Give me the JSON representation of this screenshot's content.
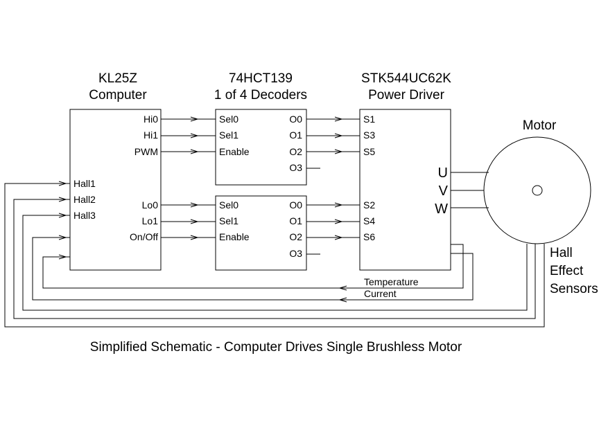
{
  "blocks": {
    "computer": {
      "title_line1": "KL25Z",
      "title_line2": "Computer"
    },
    "decoder": {
      "title_line1": "74HCT139",
      "title_line2": "1 of 4 Decoders"
    },
    "driver": {
      "title_line1": "STK544UC62K",
      "title_line2": "Power Driver"
    },
    "motor": {
      "title": "Motor"
    },
    "sensors": {
      "line1": "Hall",
      "line2": "Effect",
      "line3": "Sensors"
    }
  },
  "computer_pins": {
    "hi0": "Hi0",
    "hi1": "Hi1",
    "pwm": "PWM",
    "lo0": "Lo0",
    "lo1": "Lo1",
    "onoff": "On/Off",
    "hall1": "Hall1",
    "hall2": "Hall2",
    "hall3": "Hall3"
  },
  "decoder_top_pins": {
    "sel0": "Sel0",
    "sel1": "Sel1",
    "enable": "Enable",
    "o0": "O0",
    "o1": "O1",
    "o2": "O2",
    "o3": "O3"
  },
  "decoder_bottom_pins": {
    "sel0": "Sel0",
    "sel1": "Sel1",
    "enable": "Enable",
    "o0": "O0",
    "o1": "O1",
    "o2": "O2",
    "o3": "O3"
  },
  "driver_pins": {
    "s1": "S1",
    "s3": "S3",
    "s5": "S5",
    "s2": "S2",
    "s4": "S4",
    "s6": "S6"
  },
  "motor_phases": {
    "u": "U",
    "v": "V",
    "w": "W"
  },
  "signals": {
    "temperature": "Temperature",
    "current": "Current"
  },
  "caption": "Simplified Schematic - Computer Drives Single Brushless Motor"
}
